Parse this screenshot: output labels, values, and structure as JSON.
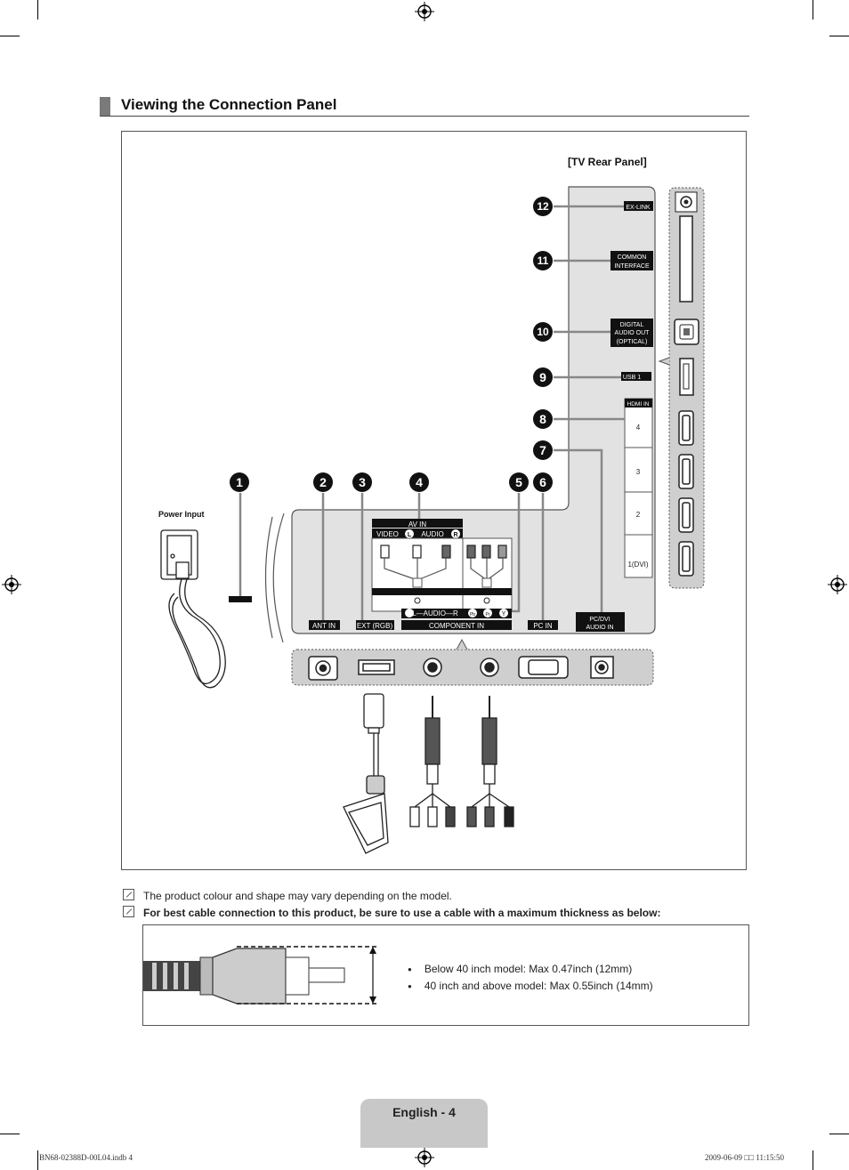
{
  "section": {
    "title": "Viewing the Connection Panel"
  },
  "diagram": {
    "panel_label": "[TV Rear Panel]",
    "power_input_label": "Power Input",
    "callouts": [
      "1",
      "2",
      "3",
      "4",
      "5",
      "6",
      "7",
      "8",
      "9",
      "10",
      "11",
      "12"
    ],
    "side_ports": {
      "ex_link": "EX-LINK",
      "common_interface_1": "COMMON",
      "common_interface_2": "INTERFACE",
      "digital_audio_1": "DIGITAL",
      "digital_audio_2": "AUDIO OUT",
      "digital_audio_3": "(OPTICAL)",
      "usb": "USB 1",
      "hdmi_in": "HDMI IN",
      "hdmi_4": "4",
      "hdmi_3": "3",
      "hdmi_2": "2",
      "hdmi_1": "1(DVI)"
    },
    "bottom_ports": {
      "av_in": "AV IN",
      "video": "VIDEO",
      "audio_l": "L",
      "audio": "AUDIO",
      "audio_r": "R",
      "ant_in": "ANT IN",
      "ext_rgb": "EXT (RGB)",
      "component_audio": "L—AUDIO—R",
      "pb": "Pb",
      "pr": "Pr",
      "y": "Y",
      "component_in": "COMPONENT IN",
      "pc_in": "PC IN",
      "pc_dvi_1": "PC/DVI",
      "pc_dvi_2": "AUDIO IN"
    }
  },
  "notes": [
    "The product colour and shape may vary depending on the model.",
    "For best cable connection to this product, be sure to use a cable with a maximum thickness as below:"
  ],
  "cable_limits": [
    "Below 40 inch model: Max 0.47inch (12mm)",
    "40 inch and above model: Max 0.55inch (14mm)"
  ],
  "footer": {
    "page_label": "English - 4",
    "file_name": "BN68-02388D-00L04.indb   4",
    "timestamp": "2009-06-09   □□ 11:15:50"
  }
}
